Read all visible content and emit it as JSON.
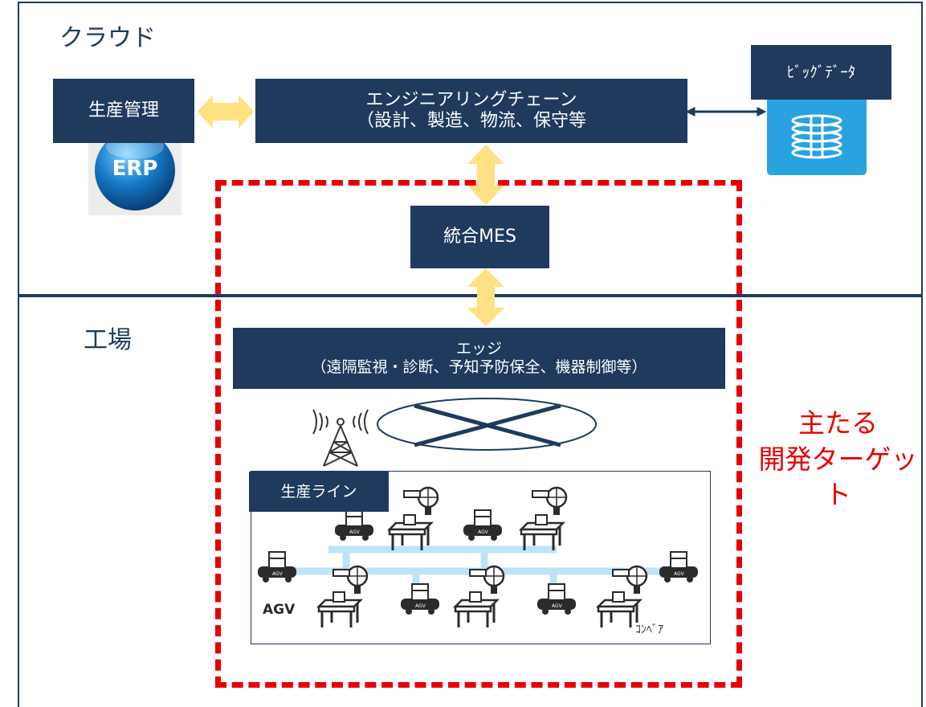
{
  "cloud": {
    "label": "クラウド"
  },
  "factory": {
    "label": "工場"
  },
  "nodes": {
    "production_mgmt": "生産管理",
    "erp_logo": "ERP",
    "engineering_chain": {
      "line1": "エンジニアリングチェーン",
      "line2": "（設計、製造、物流、保守等"
    },
    "bigdata": "ﾋﾞｯｸﾞﾃﾞｰﾀ",
    "mes": "統合MES",
    "edge": {
      "line1": "エッジ",
      "line2": "（遠隔監視・診断、予知予防保全、機器制御等）"
    },
    "production_line": "生産ライン"
  },
  "labels": {
    "agv": "AGV",
    "conveyor": "ｺﾝﾍﾞｱ",
    "agv_tag": "AGV"
  },
  "target": {
    "line1": "主たる",
    "line2": "開発ターゲット"
  },
  "colors": {
    "navy": "#1f3a5c",
    "arrow_yellow": "#ffe083",
    "target_red": "#e60000",
    "db_blue": "#29a3e0"
  }
}
